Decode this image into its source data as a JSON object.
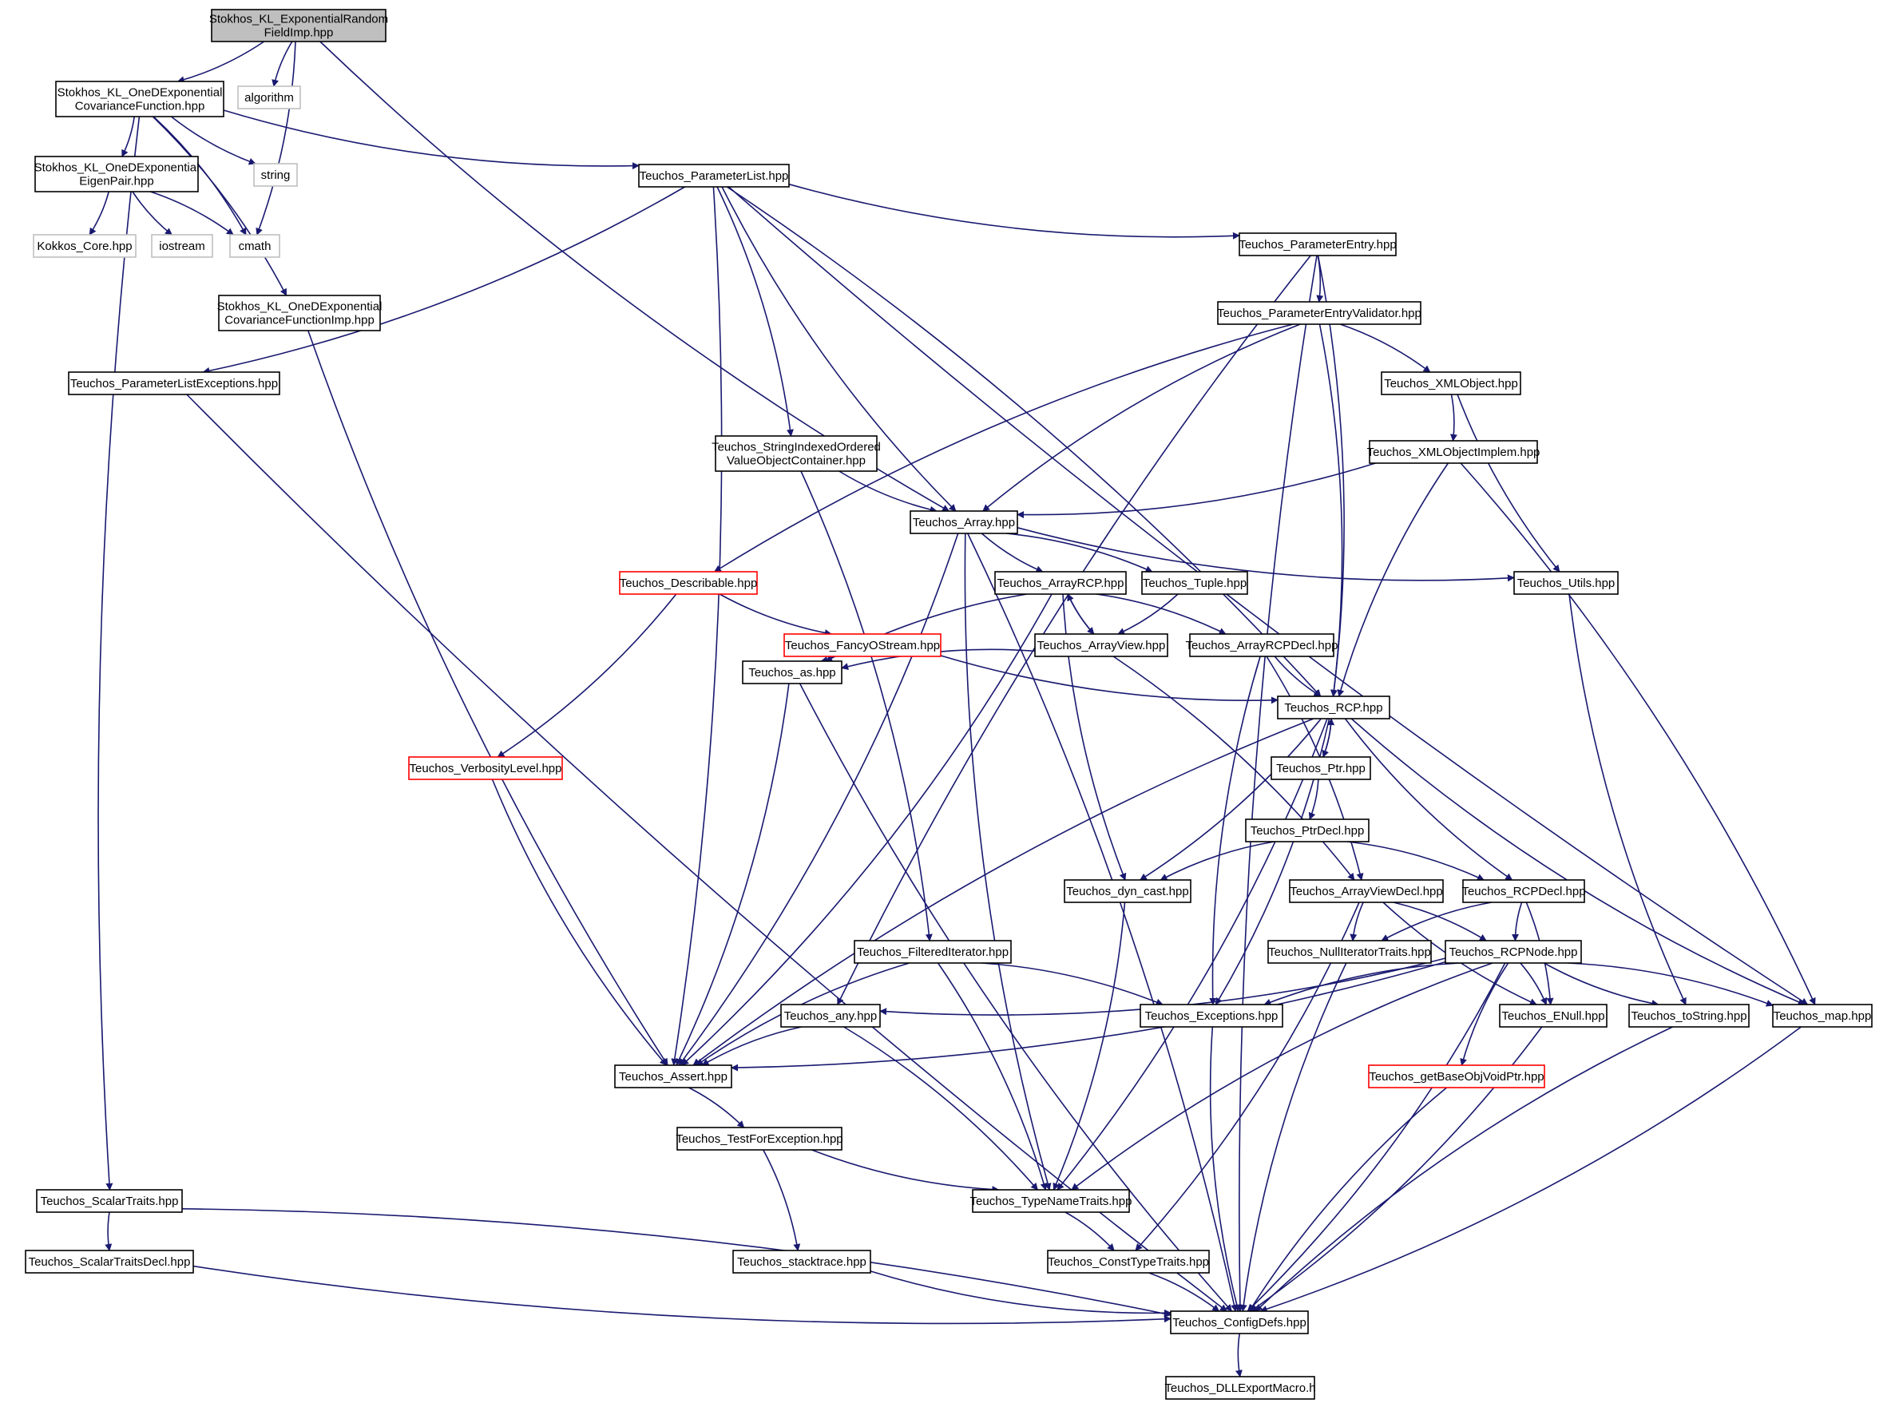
{
  "colors": {
    "edge": "#191970",
    "box_normal": "#000000",
    "box_system": "#bfbfbf",
    "box_truncated": "#ff0000",
    "root_fill": "#bfbfbf",
    "node_fill": "#ffffff"
  },
  "nodes": [
    {
      "id": "root",
      "lines": [
        "Stokhos_KL_ExponentialRandom",
        "FieldImp.hpp"
      ],
      "kind": "root"
    },
    {
      "id": "oneDCov",
      "lines": [
        "Stokhos_KL_OneDExponential",
        "CovarianceFunction.hpp"
      ],
      "kind": "normal"
    },
    {
      "id": "algorithm",
      "lines": [
        "algorithm"
      ],
      "kind": "system"
    },
    {
      "id": "string",
      "lines": [
        "string"
      ],
      "kind": "system"
    },
    {
      "id": "eigenPair",
      "lines": [
        "Stokhos_KL_OneDExponential",
        "EigenPair.hpp"
      ],
      "kind": "normal"
    },
    {
      "id": "kokkos",
      "lines": [
        "Kokkos_Core.hpp"
      ],
      "kind": "system"
    },
    {
      "id": "iostream",
      "lines": [
        "iostream"
      ],
      "kind": "system"
    },
    {
      "id": "cmath",
      "lines": [
        "cmath"
      ],
      "kind": "system"
    },
    {
      "id": "paramList",
      "lines": [
        "Teuchos_ParameterList.hpp"
      ],
      "kind": "normal"
    },
    {
      "id": "oneDCovImp",
      "lines": [
        "Stokhos_KL_OneDExponential",
        "CovarianceFunctionImp.hpp"
      ],
      "kind": "normal"
    },
    {
      "id": "paramListEx",
      "lines": [
        "Teuchos_ParameterListExceptions.hpp"
      ],
      "kind": "normal"
    },
    {
      "id": "paramEntry",
      "lines": [
        "Teuchos_ParameterEntry.hpp"
      ],
      "kind": "normal"
    },
    {
      "id": "paramEntryVal",
      "lines": [
        "Teuchos_ParameterEntryValidator.hpp"
      ],
      "kind": "normal"
    },
    {
      "id": "xmlObject",
      "lines": [
        "Teuchos_XMLObject.hpp"
      ],
      "kind": "normal"
    },
    {
      "id": "xmlObjectImpl",
      "lines": [
        "Teuchos_XMLObjectImplem.hpp"
      ],
      "kind": "normal"
    },
    {
      "id": "strIdx",
      "lines": [
        "Teuchos_StringIndexedOrdered",
        "ValueObjectContainer.hpp"
      ],
      "kind": "normal"
    },
    {
      "id": "array",
      "lines": [
        "Teuchos_Array.hpp"
      ],
      "kind": "normal"
    },
    {
      "id": "describable",
      "lines": [
        "Teuchos_Describable.hpp"
      ],
      "kind": "truncated"
    },
    {
      "id": "arrayRCP",
      "lines": [
        "Teuchos_ArrayRCP.hpp"
      ],
      "kind": "normal"
    },
    {
      "id": "tuple",
      "lines": [
        "Teuchos_Tuple.hpp"
      ],
      "kind": "normal"
    },
    {
      "id": "utils",
      "lines": [
        "Teuchos_Utils.hpp"
      ],
      "kind": "normal"
    },
    {
      "id": "fancy",
      "lines": [
        "Teuchos_FancyOStream.hpp"
      ],
      "kind": "truncated"
    },
    {
      "id": "arrayView",
      "lines": [
        "Teuchos_ArrayView.hpp"
      ],
      "kind": "normal"
    },
    {
      "id": "arrayRCPDecl",
      "lines": [
        "Teuchos_ArrayRCPDecl.hpp"
      ],
      "kind": "normal"
    },
    {
      "id": "as",
      "lines": [
        "Teuchos_as.hpp"
      ],
      "kind": "normal"
    },
    {
      "id": "rcp",
      "lines": [
        "Teuchos_RCP.hpp"
      ],
      "kind": "normal"
    },
    {
      "id": "verbosity",
      "lines": [
        "Teuchos_VerbosityLevel.hpp"
      ],
      "kind": "truncated"
    },
    {
      "id": "ptr",
      "lines": [
        "Teuchos_Ptr.hpp"
      ],
      "kind": "normal"
    },
    {
      "id": "ptrDecl",
      "lines": [
        "Teuchos_PtrDecl.hpp"
      ],
      "kind": "normal"
    },
    {
      "id": "dynCast",
      "lines": [
        "Teuchos_dyn_cast.hpp"
      ],
      "kind": "normal"
    },
    {
      "id": "arrayViewDecl",
      "lines": [
        "Teuchos_ArrayViewDecl.hpp"
      ],
      "kind": "normal"
    },
    {
      "id": "rcpDecl",
      "lines": [
        "Teuchos_RCPDecl.hpp"
      ],
      "kind": "normal"
    },
    {
      "id": "filtered",
      "lines": [
        "Teuchos_FilteredIterator.hpp"
      ],
      "kind": "normal"
    },
    {
      "id": "nullIter",
      "lines": [
        "Teuchos_NullIteratorTraits.hpp"
      ],
      "kind": "normal"
    },
    {
      "id": "rcpNode",
      "lines": [
        "Teuchos_RCPNode.hpp"
      ],
      "kind": "normal"
    },
    {
      "id": "any",
      "lines": [
        "Teuchos_any.hpp"
      ],
      "kind": "normal"
    },
    {
      "id": "exceptions",
      "lines": [
        "Teuchos_Exceptions.hpp"
      ],
      "kind": "normal"
    },
    {
      "id": "enull",
      "lines": [
        "Teuchos_ENull.hpp"
      ],
      "kind": "normal"
    },
    {
      "id": "toString",
      "lines": [
        "Teuchos_toString.hpp"
      ],
      "kind": "normal"
    },
    {
      "id": "map",
      "lines": [
        "Teuchos_map.hpp"
      ],
      "kind": "normal"
    },
    {
      "id": "assert",
      "lines": [
        "Teuchos_Assert.hpp"
      ],
      "kind": "normal"
    },
    {
      "id": "getBase",
      "lines": [
        "Teuchos_getBaseObjVoidPtr.hpp"
      ],
      "kind": "truncated"
    },
    {
      "id": "testFor",
      "lines": [
        "Teuchos_TestForException.hpp"
      ],
      "kind": "normal"
    },
    {
      "id": "scalarTraits",
      "lines": [
        "Teuchos_ScalarTraits.hpp"
      ],
      "kind": "normal"
    },
    {
      "id": "typeName",
      "lines": [
        "Teuchos_TypeNameTraits.hpp"
      ],
      "kind": "normal"
    },
    {
      "id": "scalarTraitsDecl",
      "lines": [
        "Teuchos_ScalarTraitsDecl.hpp"
      ],
      "kind": "normal"
    },
    {
      "id": "stacktrace",
      "lines": [
        "Teuchos_stacktrace.hpp"
      ],
      "kind": "normal"
    },
    {
      "id": "constType",
      "lines": [
        "Teuchos_ConstTypeTraits.hpp"
      ],
      "kind": "normal"
    },
    {
      "id": "configDefs",
      "lines": [
        "Teuchos_ConfigDefs.hpp"
      ],
      "kind": "normal"
    },
    {
      "id": "dllExport",
      "lines": [
        "Teuchos_DLLExportMacro.h"
      ],
      "kind": "normal"
    }
  ]
}
